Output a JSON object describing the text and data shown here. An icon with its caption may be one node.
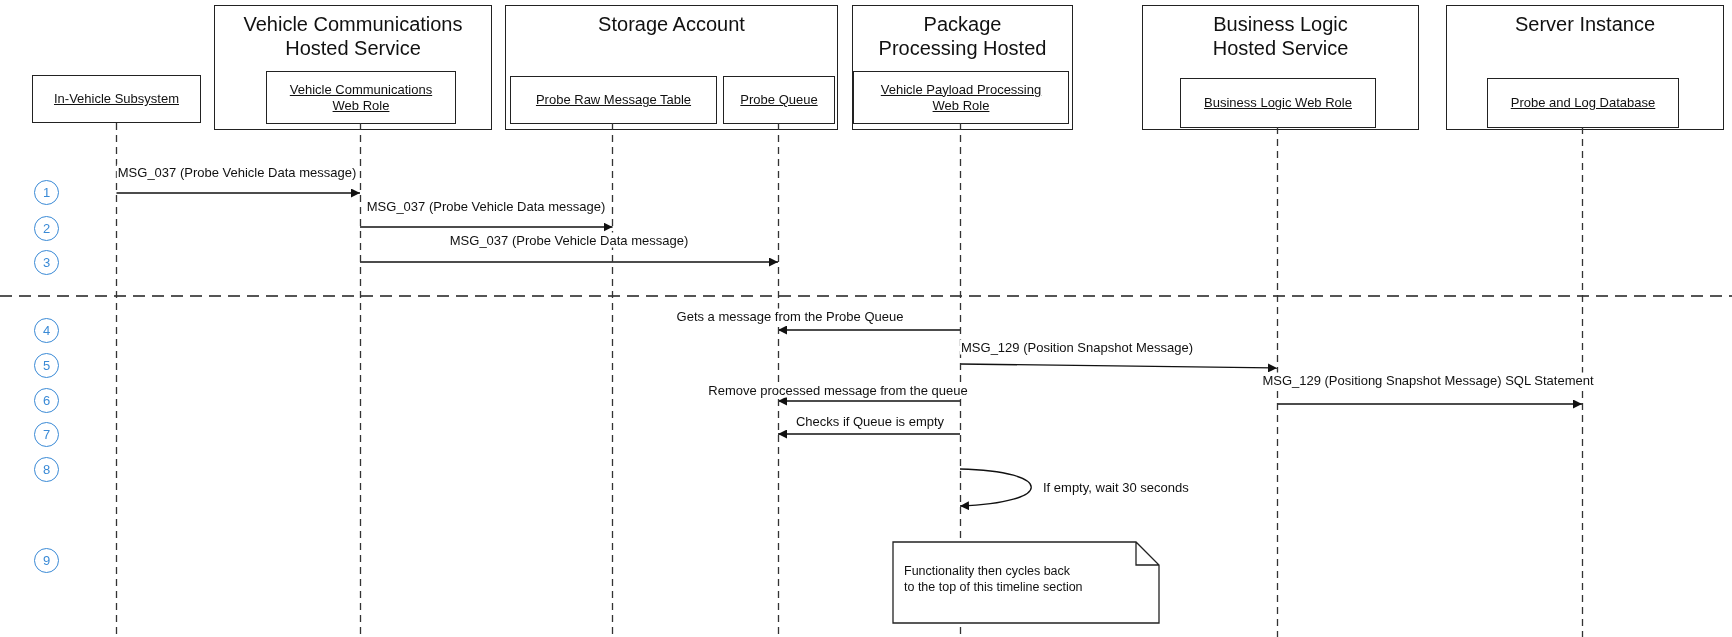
{
  "diagram": {
    "nodes": [
      {
        "text": [
          "In-Vehicle Subsystem"
        ]
      },
      {
        "text": [
          "Vehicle Communications Hosted Service"
        ]
      },
      {
        "text": [
          "Vehicle Communications Web Role"
        ],
        "in": 1
      },
      {
        "text": [
          "Storage Account"
        ]
      },
      {
        "text": [
          "Probe Raw Message Table"
        ],
        "in": 3
      },
      {
        "text": [
          "Probe Queue"
        ],
        "in": 3
      },
      {
        "text": [
          "Package Processing Hosted"
        ]
      },
      {
        "text": [
          "Vehicle Payload Processing Web Role"
        ],
        "in": 6
      },
      {
        "text": [
          "Business Logic Hosted Service"
        ]
      },
      {
        "text": [
          "Business Logic Web Role"
        ],
        "in": 8
      },
      {
        "text": [
          "Server Instance"
        ]
      },
      {
        "text": [
          "Probe and Log Database"
        ],
        "in": 10
      },
      {
        "text": [
          "1"
        ]
      },
      {
        "text": [
          "2"
        ]
      },
      {
        "text": [
          "3"
        ]
      },
      {
        "text": [
          "4"
        ]
      },
      {
        "text": [
          "5"
        ]
      },
      {
        "text": [
          "6"
        ]
      },
      {
        "text": [
          "7"
        ]
      },
      {
        "text": [
          "8"
        ]
      },
      {
        "text": [
          "9"
        ]
      },
      {
        "text": [
          "Functionality then cycles back to the top of this timeline section"
        ]
      },
      {
        "text": [],
        "shape": "line"
      },
      {
        "text": [],
        "shape": "line"
      },
      {
        "text": [],
        "shape": "line"
      },
      {
        "text": [],
        "shape": "line"
      },
      {
        "text": [],
        "shape": "line"
      },
      {
        "text": [],
        "shape": "line"
      },
      {
        "text": [],
        "shape": "line"
      }
    ],
    "edges": [
      {
        "from": 22,
        "to": 23,
        "arrow": "to",
        "label": "MSG_037 (Probe Vehicle Data message)"
      },
      {
        "from": 23,
        "to": 24,
        "arrow": "to",
        "label": "MSG_037 (Probe Vehicle Data message)"
      },
      {
        "from": 23,
        "to": 25,
        "arrow": "to",
        "label": "MSG_037 (Probe Vehicle Data message)"
      },
      {
        "from": 26,
        "to": 25,
        "arrow": "to",
        "label": "Gets a message from the Probe Queue"
      },
      {
        "from": 26,
        "to": 27,
        "arrow": "to",
        "label": "MSG_129 (Position Snapshot Message)"
      },
      {
        "from": 26,
        "to": 25,
        "arrow": "to",
        "label": "Remove processed message from the queue"
      },
      {
        "from": 27,
        "to": 28,
        "arrow": "to",
        "label": "MSG_129 (Positiong Snapshot Message) SQL Statement"
      },
      {
        "from": 26,
        "to": 25,
        "arrow": "to",
        "label": "Checks if Queue is empty"
      },
      {
        "from": 26,
        "to": 26,
        "arrow": "to",
        "label": "If empty, wait 30 seconds"
      }
    ]
  }
}
